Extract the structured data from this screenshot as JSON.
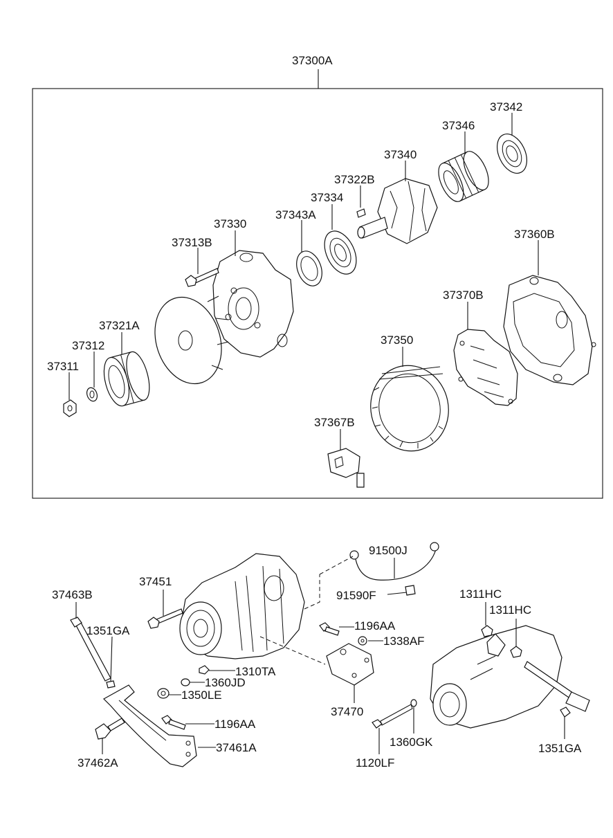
{
  "diagram": {
    "assembly_label": "37300A",
    "parts": {
      "p37342": "37342",
      "p37346": "37346",
      "p37340": "37340",
      "p37322B": "37322B",
      "p37334": "37334",
      "p37343A": "37343A",
      "p37330": "37330",
      "p37313B": "37313B",
      "p37360B": "37360B",
      "p37370B": "37370B",
      "p37321A": "37321A",
      "p37312": "37312",
      "p37311": "37311",
      "p37350": "37350",
      "p37367B": "37367B"
    },
    "mounting": {
      "m91500J": "91500J",
      "m91590F": "91590F",
      "m37451": "37451",
      "m37463B": "37463B",
      "m1351GA_left": "1351GA",
      "m1196AA_top": "1196AA",
      "m1338AF": "1338AF",
      "m1310TA": "1310TA",
      "m1360JD": "1360JD",
      "m1350LE": "1350LE",
      "m1196AA_bottom": "1196AA",
      "m37461A": "37461A",
      "m37462A": "37462A",
      "m37470": "37470",
      "m1360GK": "1360GK",
      "m1120LF": "1120LF",
      "m1311HC_a": "1311HC",
      "m1311HC_b": "1311HC",
      "m1351GA_right": "1351GA"
    }
  }
}
